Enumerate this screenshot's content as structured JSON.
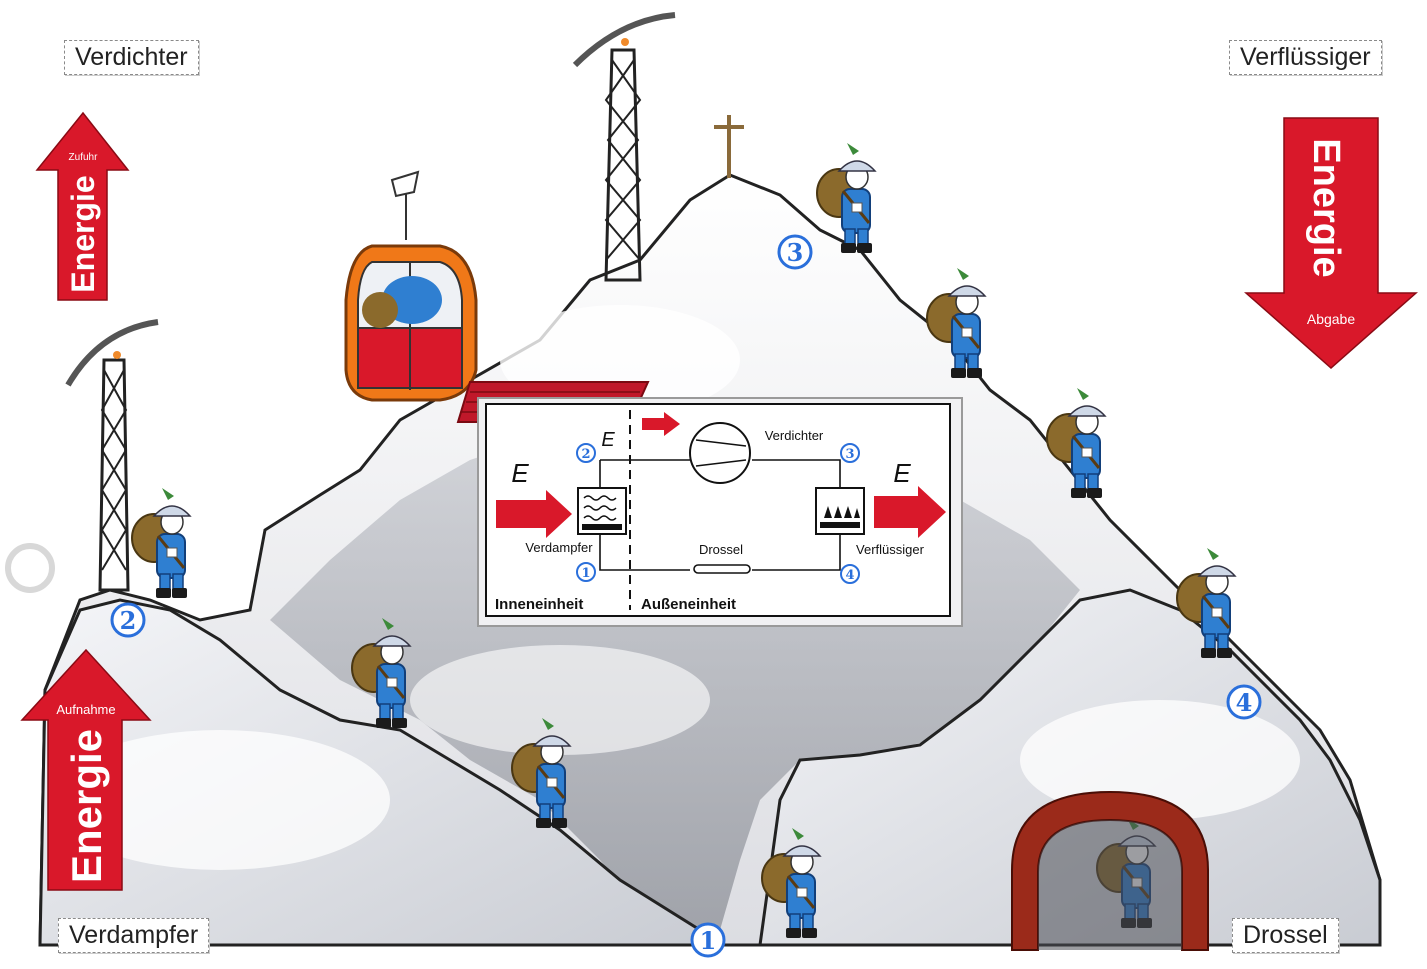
{
  "labels": {
    "top_left": "Verdichter",
    "top_right": "Verflüssiger",
    "bottom_left": "Verdampfer",
    "bottom_right": "Drossel"
  },
  "arrows": {
    "top_left": {
      "word": "Energie",
      "sub": "Zufuhr",
      "direction": "up"
    },
    "top_right": {
      "word": "Energie",
      "sub": "Abgabe",
      "direction": "down"
    },
    "bottom_left": {
      "word": "Energie",
      "sub": "Aufnahme",
      "direction": "up"
    }
  },
  "mountain_points": [
    "1",
    "2",
    "3",
    "4"
  ],
  "schematic": {
    "energy_symbol": "E",
    "compressor": "Verdichter",
    "evaporator": "Verdampfer",
    "throttle": "Drossel",
    "condenser": "Verflüssiger",
    "indoor_unit": "Inneneinheit",
    "outdoor_unit": "Außeneinheit",
    "nodes": [
      "1",
      "2",
      "3",
      "4"
    ]
  },
  "colors": {
    "arrow_red": "#d9182a",
    "badge_blue": "#2a6fdb",
    "hiker_blue": "#2f7fd1",
    "gondola_orange": "#f07818",
    "brick": "#9b2a1a"
  }
}
